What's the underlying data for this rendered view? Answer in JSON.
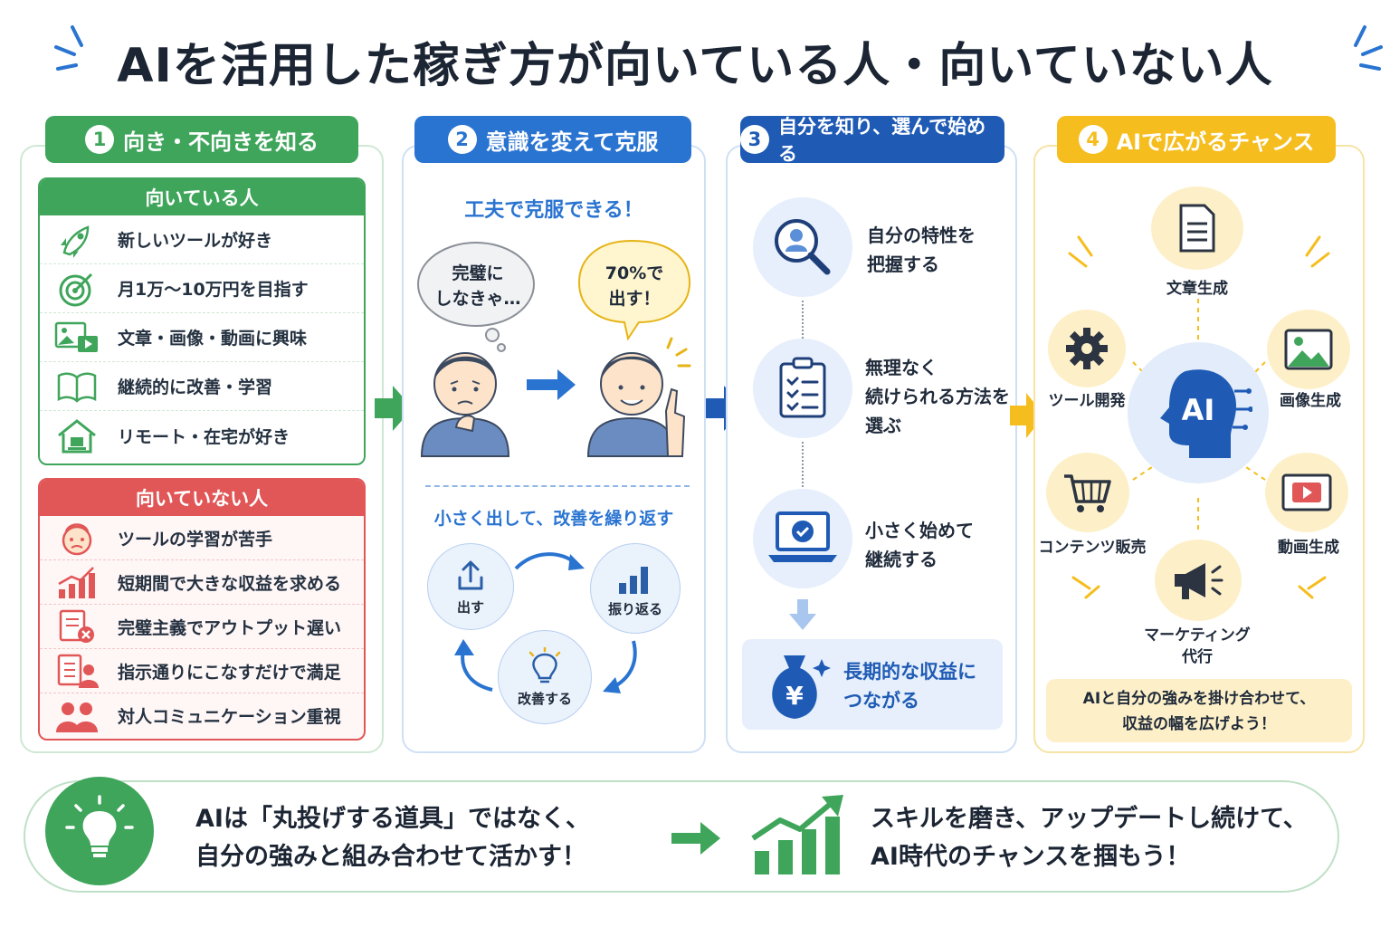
{
  "title": "AIを活用した稼ぎ方が向いている人・向いていない人",
  "colors": {
    "green": "#3fa55b",
    "blue": "#2a74d1",
    "navy": "#1f5bb5",
    "yellow": "#f5bd1e",
    "red": "#e15656"
  },
  "panel1": {
    "number": "1",
    "heading": "向き・不向きを知る",
    "suited_heading": "向いている人",
    "suited": [
      {
        "icon": "rocket-icon",
        "text": "新しいツールが好き"
      },
      {
        "icon": "target-icon",
        "text": "月1万〜10万円を目指す"
      },
      {
        "icon": "media-icon",
        "text": "文章・画像・動画に興味"
      },
      {
        "icon": "book-icon",
        "text": "継続的に改善・学習"
      },
      {
        "icon": "home-laptop-icon",
        "text": "リモート・在宅が好き"
      }
    ],
    "unsuited_heading": "向いていない人",
    "unsuited": [
      {
        "icon": "stressed-face-icon",
        "text": "ツールの学習が苦手"
      },
      {
        "icon": "growth-chart-icon",
        "text": "短期間で大きな収益を求める"
      },
      {
        "icon": "checklist-x-icon",
        "text": "完璧主義でアウトプット遅い"
      },
      {
        "icon": "checklist-person-icon",
        "text": "指示通りにこなすだけで満足"
      },
      {
        "icon": "people-icon",
        "text": "対人コミュニケーション重視"
      }
    ]
  },
  "panel2": {
    "number": "2",
    "heading": "意識を変えて克服",
    "subtitle": "工夫で克服できる！",
    "bubble_left": [
      "完璧に",
      "しなきゃ…"
    ],
    "bubble_right": [
      "70%で",
      "出す！"
    ],
    "cycle_title": "小さく出して、改善を繰り返す",
    "cycle": [
      "出す",
      "振り返る",
      "改善する"
    ]
  },
  "panel3": {
    "number": "3",
    "heading": "自分を知り、選んで始める",
    "steps": [
      {
        "icon": "search-person-icon",
        "lines": [
          "自分の特性を",
          "把握する"
        ]
      },
      {
        "icon": "clipboard-check-icon",
        "lines": [
          "無理なく",
          "続けられる方法を",
          "選ぶ"
        ]
      },
      {
        "icon": "laptop-check-icon",
        "lines": [
          "小さく始めて",
          "継続する"
        ]
      }
    ],
    "result": [
      "長期的な収益に",
      "つながる"
    ],
    "yen": "¥"
  },
  "panel4": {
    "number": "4",
    "heading": "AIで広がるチャンス",
    "center": "AI",
    "items": [
      "文章生成",
      "画像生成",
      "動画生成",
      "マーケティング\n代行",
      "コンテンツ販売",
      "ツール開発"
    ],
    "note": [
      "AIと自分の強みを掛け合わせて、",
      "収益の幅を広げよう！"
    ]
  },
  "bottom": {
    "left": [
      "AIは「丸投げする道具」ではなく、",
      "自分の強みと組み合わせて活かす！"
    ],
    "right": [
      "スキルを磨き、アップデートし続けて、",
      "AI時代のチャンスを掴もう！"
    ]
  }
}
